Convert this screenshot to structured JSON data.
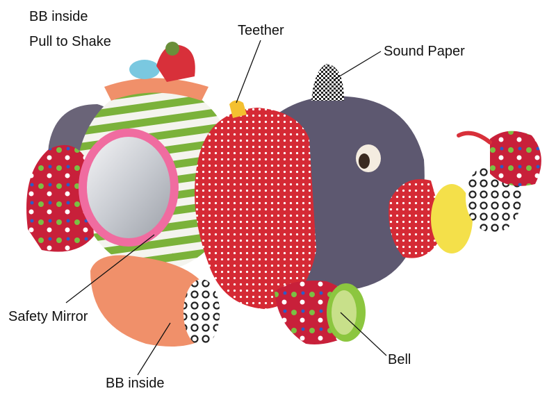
{
  "labels": {
    "bb_inside_top": "BB inside",
    "pull_to_shake": "Pull to Shake",
    "teether": "Teether",
    "sound_paper": "Sound Paper",
    "safety_mirror": "Safety Mirror",
    "bell": "Bell",
    "bb_inside_bottom": "BB inside"
  },
  "colors": {
    "elephant_body": "#5d5870",
    "ear_red": "#d8303a",
    "stripe_green": "#7bb23a",
    "mirror_frame": "#f06ca0",
    "leg_salmon": "#f0906a",
    "trunk_yellow": "#f4e04a",
    "bell_green": "#8cc63f",
    "leader_line": "#111111"
  }
}
